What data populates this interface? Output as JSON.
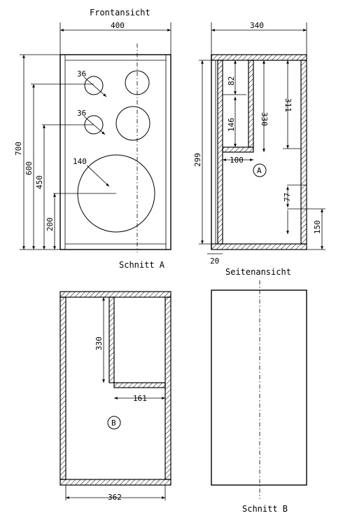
{
  "titles": {
    "front": "Frontansicht",
    "section_a": "Schnitt A",
    "side": "Seitenansicht",
    "section_b": "Schnitt B"
  },
  "front_view": {
    "width": "400",
    "heights": [
      "700",
      "600",
      "450",
      "200"
    ],
    "driver_diameters": [
      "36",
      "36",
      "140"
    ]
  },
  "section_a": {
    "width": "340",
    "inner_height": "299",
    "dims": [
      "82",
      "146",
      "330",
      "311",
      "100",
      "77",
      "150",
      "20"
    ],
    "marker": "A"
  },
  "section_b": {
    "dims": [
      "330",
      "161",
      "362"
    ],
    "marker": "B"
  }
}
